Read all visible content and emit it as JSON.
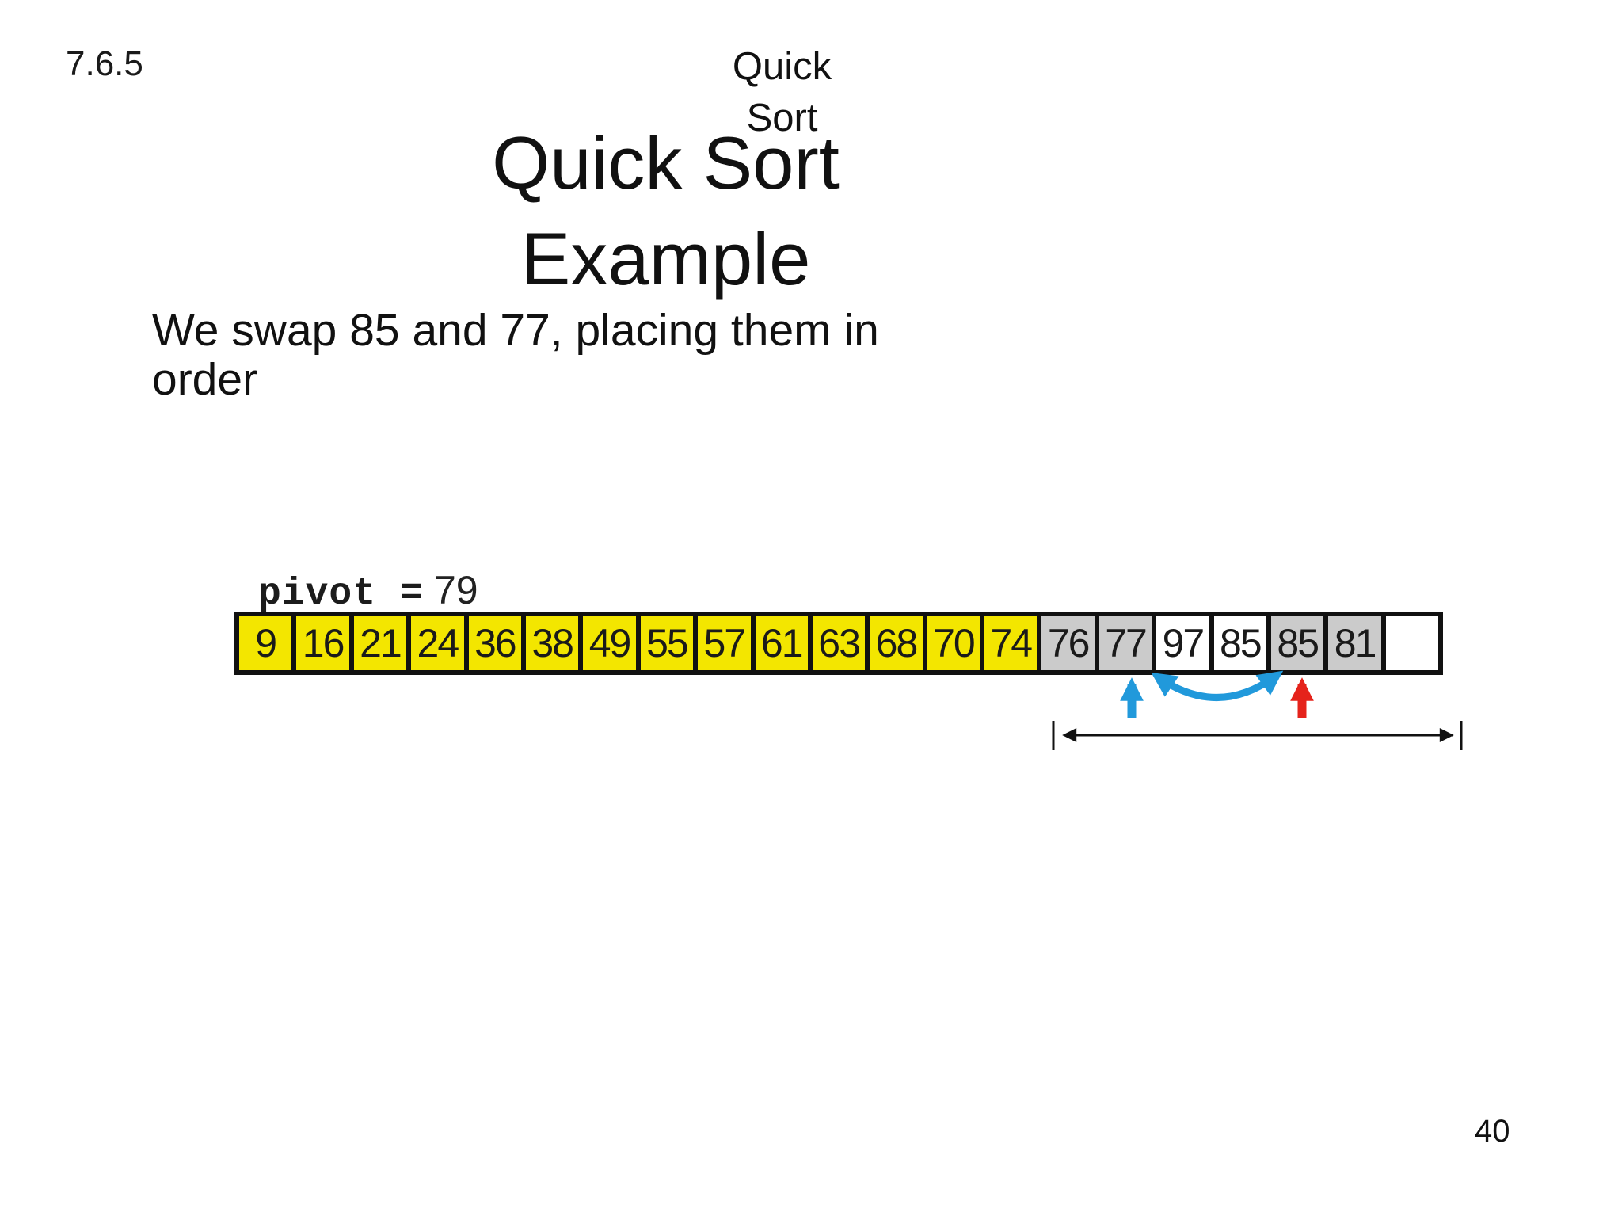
{
  "slide": {
    "section_number": "7.6.5",
    "header": {
      "lines": [
        "Quick",
        "Sort"
      ]
    },
    "title": {
      "lines": [
        "Quick Sort",
        "Example"
      ]
    },
    "body": {
      "lines": [
        "We swap 85 and 77, placing them in",
        "order"
      ]
    },
    "page_number": "40"
  },
  "diagram": {
    "pivot_label": "pivot =",
    "pivot_value": "79",
    "array": {
      "cells": [
        {
          "value": "9",
          "state": "yellow"
        },
        {
          "value": "16",
          "state": "yellow"
        },
        {
          "value": "21",
          "state": "yellow"
        },
        {
          "value": "24",
          "state": "yellow"
        },
        {
          "value": "36",
          "state": "yellow"
        },
        {
          "value": "38",
          "state": "yellow"
        },
        {
          "value": "49",
          "state": "yellow"
        },
        {
          "value": "55",
          "state": "yellow"
        },
        {
          "value": "57",
          "state": "yellow"
        },
        {
          "value": "61",
          "state": "yellow"
        },
        {
          "value": "63",
          "state": "yellow"
        },
        {
          "value": "68",
          "state": "yellow"
        },
        {
          "value": "70",
          "state": "yellow"
        },
        {
          "value": "74",
          "state": "yellow"
        },
        {
          "value": "76",
          "state": "gray"
        },
        {
          "value": "77",
          "state": "gray"
        },
        {
          "value": "97",
          "state": "white"
        },
        {
          "value": "85",
          "state": "white"
        },
        {
          "value": "85",
          "state": "gray"
        },
        {
          "value": "81",
          "state": "gray"
        },
        {
          "value": "",
          "state": "empty"
        }
      ]
    },
    "annotations": {
      "blue_pointer_cell": "77",
      "red_pointer_cell": "85",
      "swap_arc_between": [
        "77",
        "85"
      ],
      "range_indicator_over": [
        "76",
        "77",
        "97",
        "85",
        "85",
        "81",
        "empty"
      ]
    },
    "colors": {
      "yellow": "#F3E600",
      "gray": "#CBCBCB",
      "white": "#FFFFFF",
      "border": "#111111",
      "blue": "#2199DB",
      "red": "#E5231B"
    }
  }
}
